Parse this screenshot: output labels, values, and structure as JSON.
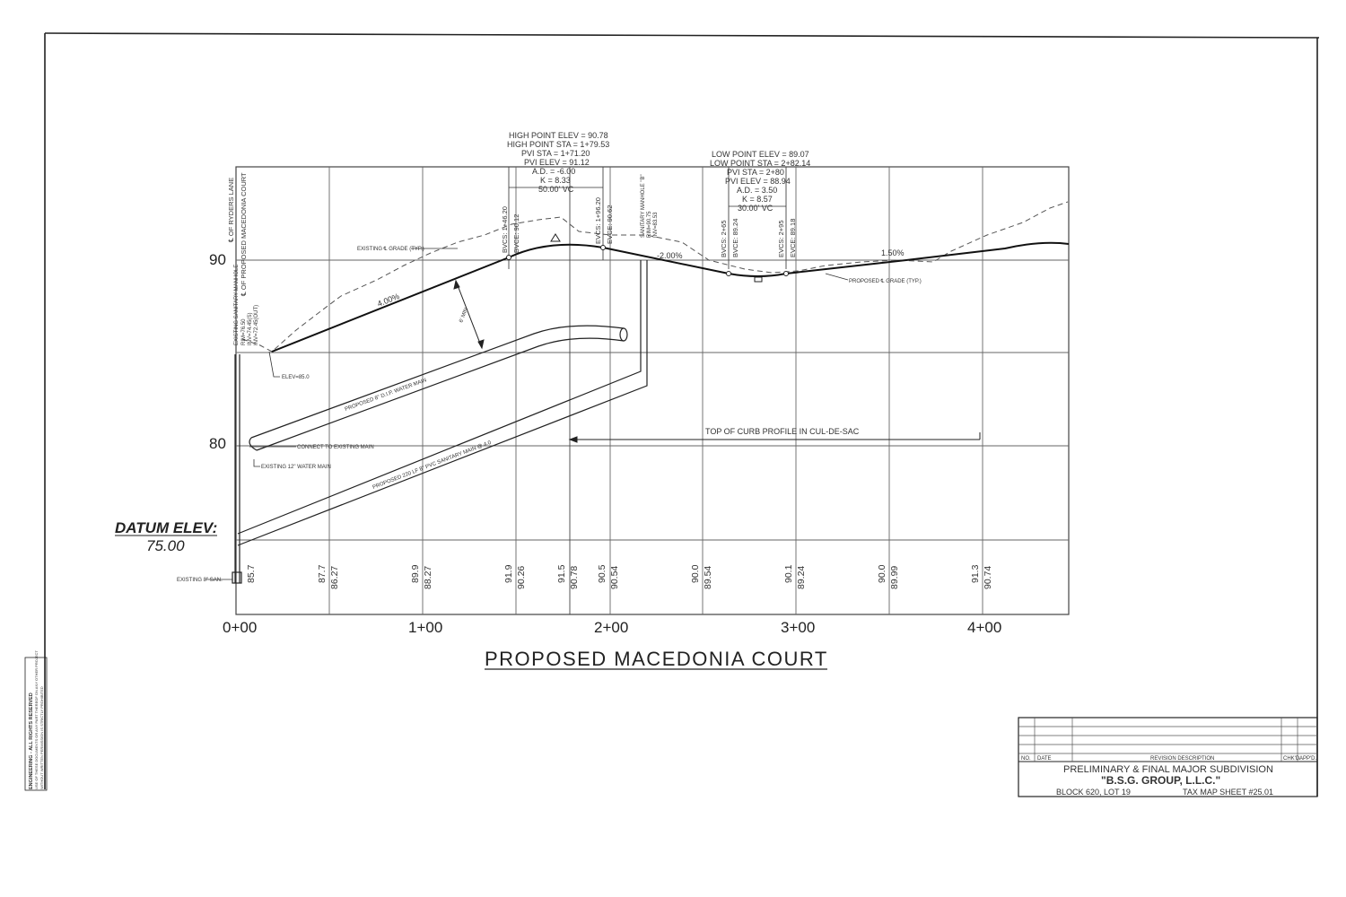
{
  "sheet": {
    "title": "PROPOSED MACEDONIA COURT",
    "datum_label": "DATUM ELEV:",
    "datum_value": "75.00"
  },
  "elevation_axis": {
    "labels": [
      "90",
      "80"
    ]
  },
  "stations": [
    "0+00",
    "1+00",
    "2+00",
    "3+00",
    "4+00"
  ],
  "profile_values": [
    {
      "existing": "85.7",
      "proposed": ""
    },
    {
      "existing": "87.7",
      "proposed": "86.27"
    },
    {
      "existing": "89.9",
      "proposed": "88.27"
    },
    {
      "existing": "91.9",
      "proposed": "90.26"
    },
    {
      "existing": "91.5",
      "proposed": "90.78"
    },
    {
      "existing": "90.5",
      "proposed": "90.54"
    },
    {
      "existing": "90.0",
      "proposed": "89.54"
    },
    {
      "existing": "90.1",
      "proposed": "89.24"
    },
    {
      "existing": "90.0",
      "proposed": "89.99"
    },
    {
      "existing": "91.3",
      "proposed": "90.74"
    }
  ],
  "high_point_curve": [
    "HIGH POINT ELEV = 90.78",
    "HIGH POINT STA = 1+79.53",
    "PVI STA = 1+71.20",
    "PVI ELEV = 91.12",
    "A.D. = -6.00",
    "K = 8.33",
    "50.00' VC"
  ],
  "low_point_curve": [
    "LOW POINT ELEV = 89.07",
    "LOW POINT STA = 2+82.14",
    "PVI STA = 2+80",
    "PVI ELEV = 88.94",
    "A.D. = 3.50",
    "K = 8.57",
    "30.00' VC"
  ],
  "vertical_labels": {
    "centerline_ryders": "℄ OF RYDERS LANE",
    "centerline_macedonia": "℄ OF PROPOSED MACEDONIA COURT",
    "existing_manhole": "EXISTING SANITARY MANHOLE",
    "existing_manhole_rim": "RIM=76.50",
    "existing_manhole_inv1": "INV=74.45(S)",
    "existing_manhole_inv2": "INV=72.45(OUT)",
    "bvcs1": "BVCS: 1+46.20",
    "bvce1": "BVCE: 90.12",
    "evcs1": "EVCS: 1+96.20",
    "evce1": "EVCE: 90.62",
    "proposed_manhole": "SANITARY MANHOLE \"B\"",
    "proposed_manhole_rim": "RIM=90.75",
    "proposed_manhole_inv": "INV=83.53",
    "bvcs2": "BVCS: 2+65",
    "bvce2": "BVCE: 89.24",
    "evcs2": "EVCS: 2+95",
    "evce2": "EVCE: 89.18"
  },
  "annotations": {
    "existing_grade": "EXISTING ℄ GRADE (TYP.)",
    "proposed_grade": "PROPOSED ℄ GRADE (TYP.)",
    "grade1": "4.00%",
    "grade2": "-2.00%",
    "grade3": "1.50%",
    "depth": "6' MIN",
    "elev85": "ELEV=85.0",
    "water_main": "PROPOSED 8\" D.I.P. WATER MAIN",
    "connect": "CONNECT TO EXISTING MAIN",
    "existing_water": "EXISTING 12\" WATER MAIN",
    "sanitary_main": "PROPOSED 220 LF 8\" PVC SANITARY MAIN @ 4.0",
    "existing_san": "EXISTING 8\" SAN.",
    "cul_de_sac": "TOP OF CURB PROFILE IN CUL-DE-SAC"
  },
  "title_block": {
    "col_no": "NO.",
    "col_date": "DATE",
    "col_desc": "REVISION DESCRIPTION",
    "col_chk": "CHK'D.",
    "col_appd": "APP'D.",
    "line1": "PRELIMINARY & FINAL MAJOR SUBDIVISION",
    "line2": "\"B.S.G. GROUP, L.L.C.\"",
    "block_lot": "BLOCK 620, LOT 19",
    "tax_map": "TAX MAP SHEET #25.01"
  },
  "copyright": {
    "line1": "ENGINEERING - ALL RIGHTS RESERVED",
    "line2": "USE OF THESE DOCUMENTS OR ANY PART THEREOF ON ANY OTHER PROJECT",
    "line3": "WITHOUT WRITTEN PERMISSION IS STRICTLY PROHIBITED"
  }
}
